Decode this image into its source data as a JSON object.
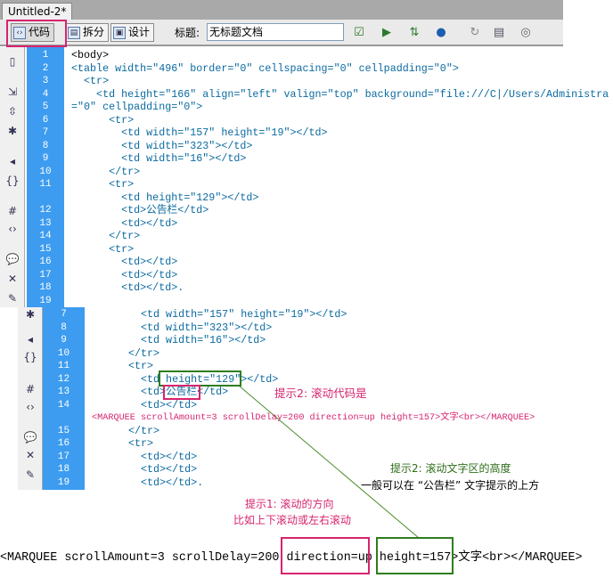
{
  "document_tab": "Untitled-2*",
  "toolbar": {
    "code_label": "代码",
    "split_label": "拆分",
    "design_label": "设计",
    "title_label": "标题:",
    "title_value": "无标题文档",
    "icons": [
      "validate-icon",
      "preview-icon",
      "file-transfer-icon",
      "browser-check-icon",
      "refresh-icon",
      "view-options-icon",
      "visual-aids-icon"
    ]
  },
  "editor_top": {
    "line_numbers": [
      "1",
      "2",
      "3",
      "4",
      "5",
      "6",
      "7",
      "8",
      "9",
      "10",
      "11",
      "12",
      "13",
      "14",
      "15",
      "16",
      "17",
      "18",
      "19"
    ],
    "lines": [
      "<body>",
      "<table width=\"496\" border=\"0\" cellspacing=\"0\" cellpadding=\"0\">",
      "  <tr>",
      "    <td height=\"166\" align=\"left\" valign=\"top\" background=\"file:///C|/Users/Administra",
      "=\"0\" cellpadding=\"0\">",
      "      <tr>",
      "        <td width=\"157\" height=\"19\"></td>",
      "        <td width=\"323\"></td>",
      "        <td width=\"16\"></td>",
      "      </tr>",
      "      <tr>",
      "        <td height=\"129\"></td>",
      "        <td>公告栏</td>",
      "        <td></td>",
      "      </tr>",
      "      <tr>",
      "        <td></td>",
      "        <td></td>",
      "        <td></td>."
    ]
  },
  "editor_zoom": {
    "line_numbers": [
      "7",
      "8",
      "9",
      "10",
      "11",
      "12",
      "13",
      "14",
      "15",
      "16",
      "17",
      "18",
      "19"
    ],
    "lines": [
      "<td width=\"157\" height=\"19\"></td>",
      "<td width=\"323\"></td>",
      "<td width=\"16\"></td>",
      "</tr>",
      "<tr>",
      "<td height=\"129\"></td>",
      "<td>公告栏</td>",
      "<td></td>",
      "</tr>",
      "<tr>",
      "<td></td>",
      "<td></td>",
      "<td></td>."
    ]
  },
  "annotations": {
    "hint2_code_title": "提示2: 滚动代码是",
    "hint2_code": "<MARQUEE scrollAmount=3 scrollDelay=200 direction=up height=157>文字<br></MARQUEE>",
    "hint2_height_title": "提示2: 滚动文字区的高度",
    "hint2_height_desc": "一般可以在 “公告栏” 文字提示的上方",
    "hint1_title": "提示1: 滚动的方向",
    "hint1_desc": "比如上下滚动或左右滚动",
    "bottom_code_pre": "<MARQUEE scrollAmount=3 scrollDelay=200 ",
    "bottom_code_direction": "direction=up",
    "bottom_code_height": " height=157",
    "bottom_code_post": ">文字<br></MARQUEE>"
  },
  "colors": {
    "gutter": "#3d9cf0",
    "code": "#0b6aa0",
    "highlight_pink": "#d6246e",
    "highlight_green": "#2e7d1f"
  }
}
